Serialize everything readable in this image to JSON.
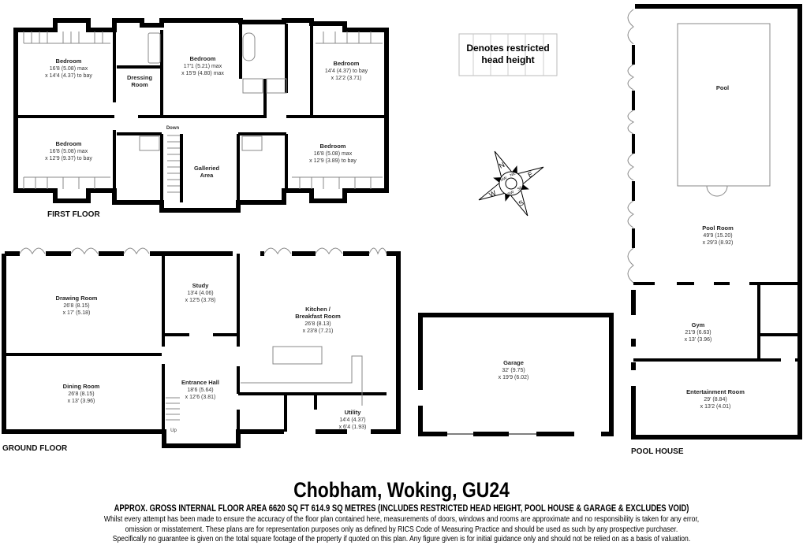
{
  "floors": {
    "first_floor": "FIRST FLOOR",
    "ground_floor": "GROUND FLOOR",
    "pool_house": "POOL HOUSE"
  },
  "first_floor_rooms": [
    {
      "name": "Bedroom",
      "dim1": "16'8 (5.08) max",
      "dim2": "x 14'4 (4.37) to bay"
    },
    {
      "name": "Dressing",
      "name2": "Room"
    },
    {
      "name": "Bedroom",
      "dim1": "17'1 (5.21) max",
      "dim2": "x 15'9 (4.80) max"
    },
    {
      "name": "Bedroom",
      "dim1": "14'4 (4.37) to bay",
      "dim2": "x 12'2 (3.71)"
    },
    {
      "name": "Bedroom",
      "dim1": "16'8 (5.08) max",
      "dim2": "x 12'9 (9.37) to bay"
    },
    {
      "name": "Galleried",
      "name2": "Area"
    },
    {
      "name": "Bedroom",
      "dim1": "16'8 (5.08) max",
      "dim2": "x 12'9 (3.89) to bay"
    }
  ],
  "stairs_down": "Down",
  "stairs_up": "Up",
  "ground_floor_rooms": [
    {
      "name": "Drawing Room",
      "dim1": "26'8 (8.15)",
      "dim2": "x 17' (5.18)"
    },
    {
      "name": "Study",
      "dim1": "13'4 (4.06)",
      "dim2": "x 12'5 (3.78)"
    },
    {
      "name": "Kitchen /",
      "name2": "Breakfast Room",
      "dim1": "26'8 (8.13)",
      "dim2": "x 23'8 (7.21)"
    },
    {
      "name": "Dining Room",
      "dim1": "26'8 (8.15)",
      "dim2": "x 13' (3.96)"
    },
    {
      "name": "Entrance Hall",
      "dim1": "18'6 (5.64)",
      "dim2": "x 12'6 (3.81)"
    },
    {
      "name": "Utility",
      "dim1": "14'4 (4.37)",
      "dim2": "x 6'4 (1.93)"
    }
  ],
  "garage": {
    "name": "Garage",
    "dim1": "32' (9.75)",
    "dim2": "x 19'9 (6.02)"
  },
  "pool_house_rooms": [
    {
      "name": "Pool"
    },
    {
      "name": "Pool Room",
      "dim1": "49'9 (15.20)",
      "dim2": "x 29'3 (8.92)"
    },
    {
      "name": "Gym",
      "dim1": "21'9 (6.63)",
      "dim2": "x 13' (3.96)"
    },
    {
      "name": "Entertainment Room",
      "dim1": "29' (8.84)",
      "dim2": "x 13'2 (4.01)"
    }
  ],
  "legend": {
    "line1": "Denotes restricted",
    "line2": "head height"
  },
  "compass": {
    "n": "N",
    "e": "E",
    "s": "S",
    "w": "W",
    "nw": "NW",
    "ne": "NE",
    "se": "SE",
    "sw": "SW"
  },
  "footer": {
    "title": "Chobham, Woking, GU24",
    "area": "APPROX. GROSS INTERNAL FLOOR AREA 6620 SQ FT 614.9 SQ METRES (INCLUDES RESTRICTED HEAD HEIGHT, POOL HOUSE & GARAGE & EXCLUDES VOID)",
    "disclaimer": [
      "Whilst every attempt has been made to ensure the accuracy of the floor plan contained here, measurements of doors, windows and rooms are approximate and no responsibility is taken for any error,",
      "omission or misstatement. These plans are for representation purposes only as defined by RICS Code of Measuring Practice and should be used as such by any prospective purchaser.",
      "Specifically no guarantee is given on the total square footage of the property if quoted on this plan. Any figure given is for initial guidance only and should not be relied on as a basis of valuation."
    ]
  }
}
